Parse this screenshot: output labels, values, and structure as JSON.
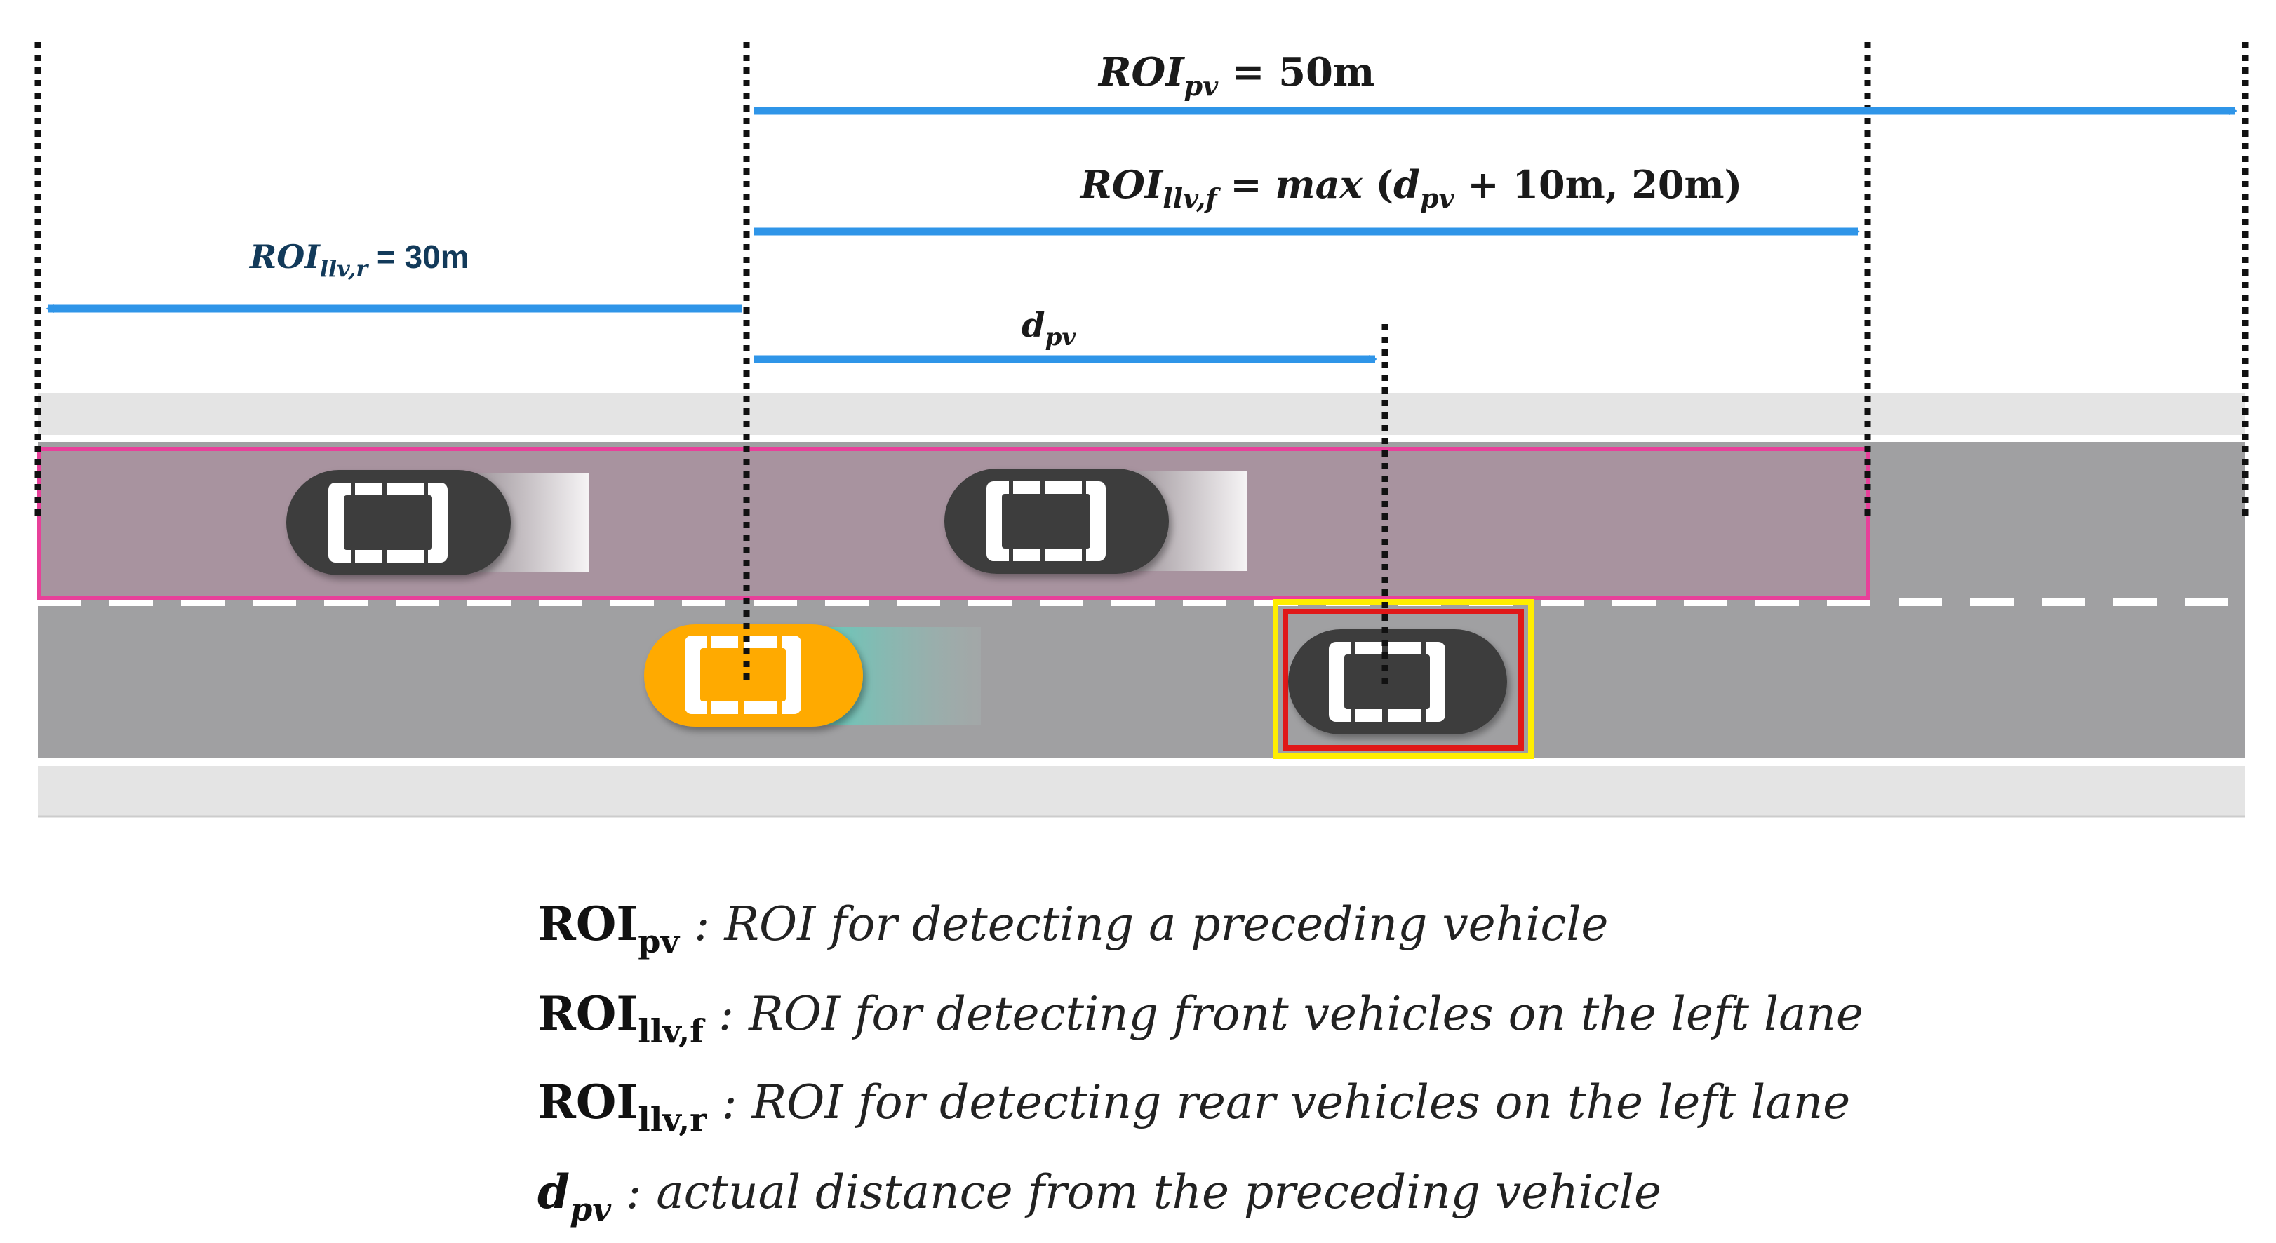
{
  "annotations": {
    "roi_pv": {
      "sym": "ROI",
      "sub": "pv",
      "rest": " = 50m"
    },
    "roi_llv_f": {
      "sym": "ROI",
      "sub": "llv,f",
      "rest_a": " = ",
      "rest_b": "max",
      "rest_c": " (",
      "rest_d": "d",
      "rest_d_sub": "pv",
      "rest_e": " + 10m, 20m)"
    },
    "roi_llv_r": {
      "sym": "ROI",
      "sub": "llv,r",
      "rest": " = 30m"
    },
    "d_pv": {
      "sym": "d",
      "sub": "pv"
    }
  },
  "legend": [
    {
      "sym": "ROI",
      "sub": "pv",
      "sep": " : ",
      "desc": "ROI for detecting a preceding vehicle"
    },
    {
      "sym": "ROI",
      "sub": "llv,f",
      "sep": " : ",
      "desc": "ROI for detecting front vehicles on the left lane"
    },
    {
      "sym": "ROI",
      "sub": "llv,r",
      "sep": " : ",
      "desc": "ROI for detecting rear vehicles on the left lane"
    },
    {
      "sym": "d",
      "sub": "pv",
      "sep": " : ",
      "desc": "actual distance from the preceding vehicle"
    }
  ],
  "colors": {
    "arrow": "#2f95e8",
    "road": "#a0a0a2",
    "shoulder": "#e4e4e4",
    "roi_fill": "#a8939f",
    "roi_border": "#e8409a",
    "ego_car": "#ffaa00",
    "other_car": "#3c3c3c",
    "pv_box_outer": "#ffee00",
    "pv_box_inner": "#e01818"
  },
  "icons": [
    "car-icon",
    "ego-car-icon"
  ]
}
